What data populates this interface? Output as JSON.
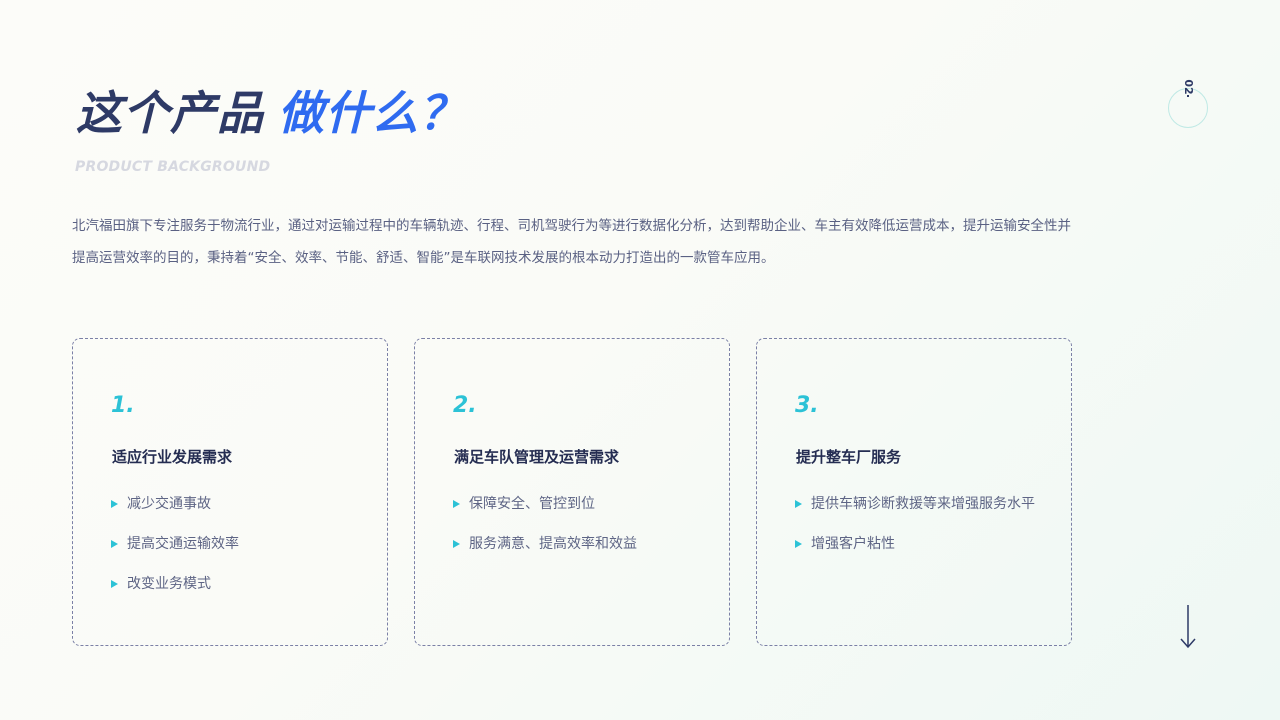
{
  "header": {
    "title_main": "这个产品",
    "title_accent": "做什么？",
    "subtitle": "PRODUCT BACKGROUND"
  },
  "description": "北汽福田旗下专注服务于物流行业，通过对运输过程中的车辆轨迹、行程、司机驾驶行为等进行数据化分析，达到帮助企业、车主有效降低运营成本，提升运输安全性并提高运营效率的目的，秉持着“安全、效率、节能、舒适、智能”是车联网技术发展的根本动力打造出的一款管车应用。",
  "page": {
    "number": "02"
  },
  "cards": [
    {
      "number": "1.",
      "title": "适应行业发展需求",
      "items": [
        "减少交通事故",
        "提高交通运输效率",
        "改变业务模式"
      ]
    },
    {
      "number": "2.",
      "title": "满足车队管理及运营需求",
      "items": [
        "保障安全、管控到位",
        "服务满意、提高效率和效益"
      ]
    },
    {
      "number": "3.",
      "title": "提升整车厂服务",
      "items": [
        "提供车辆诊断救援等来增强服务水平",
        "增强客户粘性"
      ]
    }
  ],
  "colors": {
    "title_dark": "#2e3a66",
    "title_accent": "#2f6bf0",
    "teal": "#2cc2d6",
    "card_border": "#7b80a6"
  },
  "icons": {
    "bullet": "triangle-bullet-icon",
    "scroll": "down-arrow-icon"
  }
}
